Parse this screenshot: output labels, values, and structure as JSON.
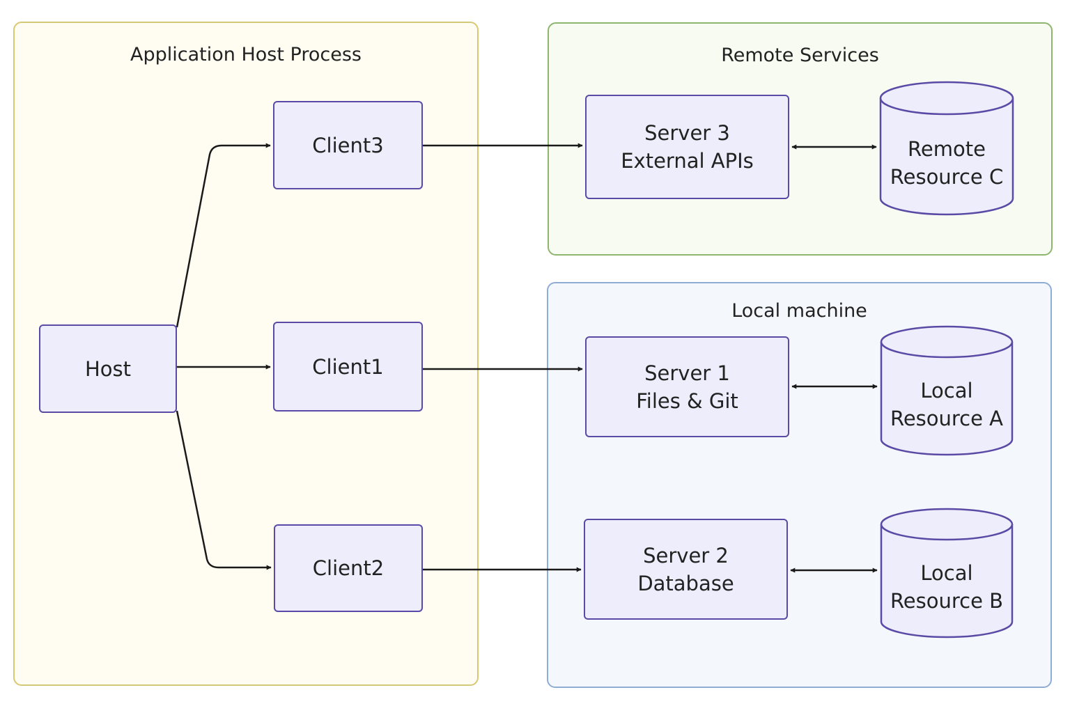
{
  "groups": {
    "host_process": {
      "title": "Application Host Process"
    },
    "remote_services": {
      "title": "Remote Services"
    },
    "local_machine": {
      "title": "Local machine"
    }
  },
  "nodes": {
    "host": {
      "label": "Host"
    },
    "client3": {
      "label": "Client3"
    },
    "client1": {
      "label": "Client1"
    },
    "client2": {
      "label": "Client2"
    },
    "server3": {
      "line1": "Server 3",
      "line2": "External APIs"
    },
    "server1": {
      "line1": "Server 1",
      "line2": "Files & Git"
    },
    "server2": {
      "line1": "Server 2",
      "line2": "Database"
    }
  },
  "resources": {
    "remote_c": {
      "line1": "Remote",
      "line2": "Resource C"
    },
    "local_a": {
      "line1": "Local",
      "line2": "Resource A"
    },
    "local_b": {
      "line1": "Local",
      "line2": "Resource B"
    }
  },
  "edges": [
    {
      "from": "host",
      "to": "client3",
      "direction": "forward"
    },
    {
      "from": "host",
      "to": "client1",
      "direction": "forward"
    },
    {
      "from": "host",
      "to": "client2",
      "direction": "forward"
    },
    {
      "from": "client3",
      "to": "server3",
      "direction": "forward"
    },
    {
      "from": "client1",
      "to": "server1",
      "direction": "forward"
    },
    {
      "from": "client2",
      "to": "server2",
      "direction": "forward"
    },
    {
      "from": "server3",
      "to": "remote_c",
      "direction": "both"
    },
    {
      "from": "server1",
      "to": "local_a",
      "direction": "both"
    },
    {
      "from": "server2",
      "to": "local_b",
      "direction": "both"
    }
  ],
  "colors": {
    "node_fill": "#ededfb",
    "node_border": "#5a4aa6",
    "host_group_fill": "#fffdf1",
    "host_group_border": "#d8c874",
    "remote_group_fill": "#f7fbf2",
    "remote_group_border": "#8db56e",
    "local_group_fill": "#f4f8fd",
    "local_group_border": "#8eacd4",
    "edge": "#1a1a1a"
  }
}
